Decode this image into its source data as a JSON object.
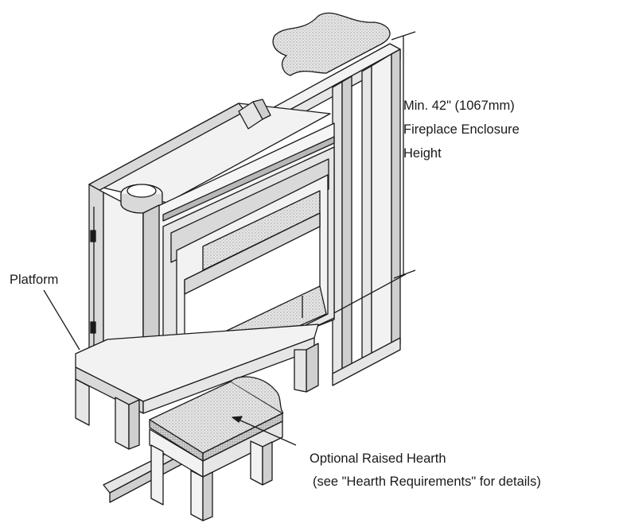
{
  "labels": {
    "enclosure_height": {
      "line1": "Min. 42\" (1067mm)",
      "line2": "Fireplace Enclosure",
      "line3": "Height"
    },
    "platform": "Platform",
    "hearth": {
      "line1": "Optional Raised  Hearth",
      "line2": "(see \"Hearth Requirements\" for details)"
    }
  },
  "colors": {
    "ink": "#1a1a1a",
    "panel_light": "#f2f2f2",
    "panel_mid": "#d9d9d9",
    "panel_dark": "#b8b8b8",
    "stipple": "#cfcfcf"
  }
}
